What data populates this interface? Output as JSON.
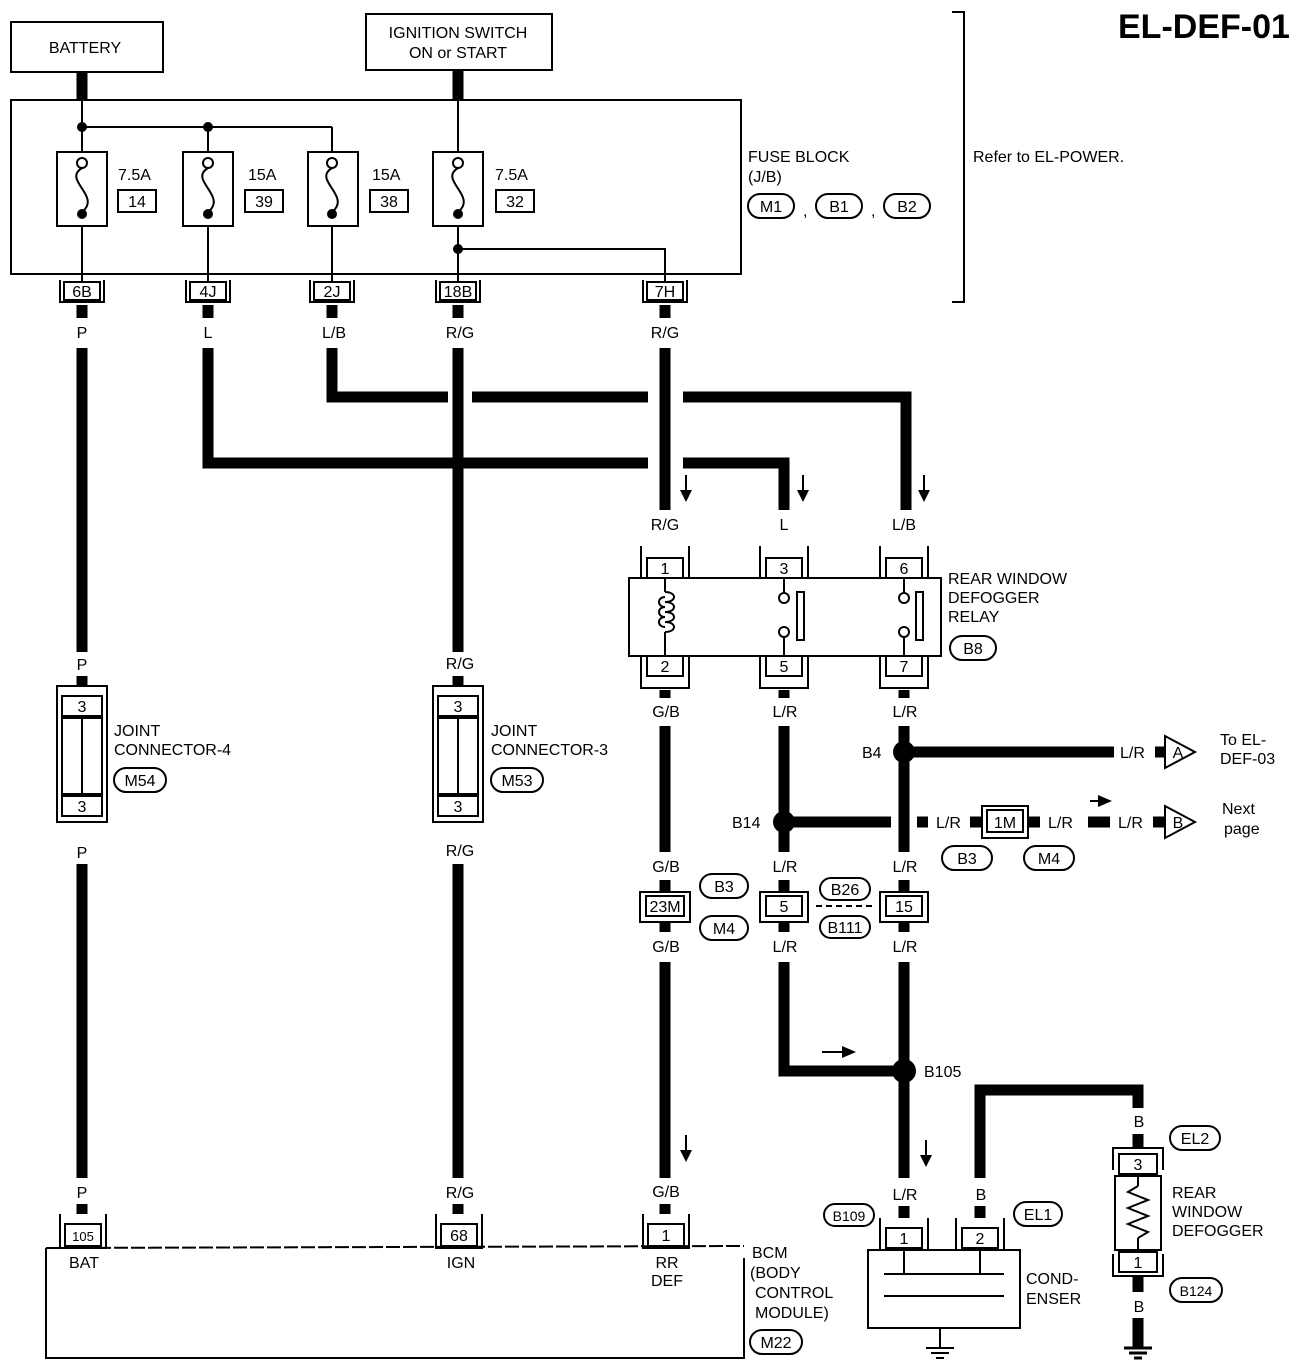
{
  "page_code": "EL-DEF-01",
  "power_sources": {
    "battery": "BATTERY",
    "ignition_line1": "IGNITION SWITCH",
    "ignition_line2": "ON or START"
  },
  "fuse_block": {
    "title_line1": "FUSE BLOCK",
    "title_line2": "(J/B)",
    "connectors": [
      "M1",
      "B1",
      "B2"
    ],
    "separator": ",",
    "note": "Refer to EL-POWER.",
    "fuses": [
      {
        "rating": "7.5A",
        "number": "14"
      },
      {
        "rating": "15A",
        "number": "39"
      },
      {
        "rating": "15A",
        "number": "38"
      },
      {
        "rating": "7.5A",
        "number": "32"
      }
    ],
    "terminals": [
      "6B",
      "4J",
      "2J",
      "18B",
      "7H"
    ]
  },
  "wire_colors": {
    "p": "P",
    "l": "L",
    "lb": "L/B",
    "rg": "R/G",
    "gb": "G/B",
    "lr": "L/R",
    "b": "B"
  },
  "relay": {
    "name_line1": "REAR WINDOW",
    "name_line2": "DEFOGGER",
    "name_line3": "RELAY",
    "connector": "B8",
    "top_pins": [
      "1",
      "3",
      "6"
    ],
    "bottom_pins": [
      "2",
      "5",
      "7"
    ]
  },
  "joint_connector_4": {
    "line1": "JOINT",
    "line2": "CONNECTOR-4",
    "connector": "M54",
    "pin": "3"
  },
  "joint_connector_3": {
    "line1": "JOINT",
    "line2": "CONNECTOR-3",
    "connector": "M53",
    "pin": "3"
  },
  "splices": {
    "b4": "B4",
    "b14": "B14",
    "b105": "B105"
  },
  "offpage": {
    "a_letter": "A",
    "a_line1": "To EL-",
    "a_line2": "DEF-03",
    "b_letter": "B",
    "b_line1": "Next",
    "b_line2": "page"
  },
  "inline_connectors": {
    "c1m": "1M",
    "c23m": "23M",
    "c5": "5",
    "c15": "15",
    "b3": "B3",
    "m4": "M4",
    "b26": "B26",
    "b111": "B111"
  },
  "bcm": {
    "pins": [
      "105",
      "68",
      "1"
    ],
    "pin_labels": [
      "BAT",
      "IGN",
      "RR",
      "DEF"
    ],
    "name_line1": "BCM",
    "name_line2": "(BODY",
    "name_line3": "CONTROL",
    "name_line4": "MODULE)",
    "connector": "M22"
  },
  "condenser": {
    "name_line1": "COND-",
    "name_line2": "ENSER",
    "pins": [
      "1",
      "2"
    ],
    "connector_left": "B109",
    "connector_right": "EL1"
  },
  "defogger": {
    "name_line1": "REAR",
    "name_line2": "WINDOW",
    "name_line3": "DEFOGGER",
    "pins": [
      "3",
      "1"
    ],
    "connector_top": "EL2",
    "connector_bottom": "B124"
  }
}
